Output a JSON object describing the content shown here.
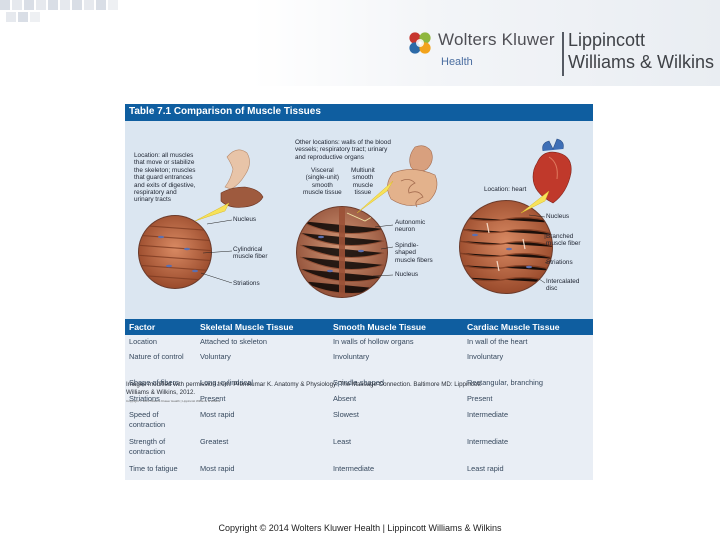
{
  "header": {
    "brand": "Wolters Kluwer",
    "division": "Health",
    "imprint_line1": "Lippincott",
    "imprint_line2": "Williams & Wilkins",
    "logo_colors": [
      "#c7362f",
      "#8fb73e",
      "#2c6aa8",
      "#f2a31b"
    ]
  },
  "figure": {
    "title": "Table 7.1  Comparison of Muscle Tissues",
    "skeletal_location": [
      "Location: all muscles",
      "that move or stabilize",
      "the skeleton; muscles",
      "that guard entrances",
      "and exits of digestive,",
      "respiratory and",
      "urinary tracts"
    ],
    "skeletal_labels": {
      "nucleus": "Nucleus",
      "fiber": [
        "Cylindrical",
        "muscle fiber"
      ],
      "striations": "Striations"
    },
    "smooth_location": [
      "Other locations: walls of the blood",
      "vessels; respiratory tract; urinary",
      "and reproductive organs"
    ],
    "smooth_types": {
      "visceral": [
        "Visceral",
        "(single-unit)",
        "smooth",
        "muscle tissue"
      ],
      "multiunit": [
        "Multiunit",
        "smooth",
        "muscle",
        "tissue"
      ]
    },
    "smooth_labels": {
      "neuron": [
        "Autonomic",
        "neuron"
      ],
      "fibers": [
        "Spindle-",
        "shaped",
        "muscle fibers"
      ],
      "nucleus": "Nucleus"
    },
    "cardiac_location": "Location: heart",
    "cardiac_labels": {
      "nucleus": "Nucleus",
      "branched": [
        "Branched",
        "muscle fiber"
      ],
      "striations": "Striations",
      "discs": [
        "Intercalated",
        "disc"
      ]
    },
    "columns": [
      "Factor",
      "Skeletal Muscle Tissue",
      "Smooth Muscle Tissue",
      "Cardiac Muscle Tissue"
    ],
    "rows": [
      {
        "factor": "Location",
        "skeletal": "Attached to skeleton",
        "smooth": "In walls of hollow organs",
        "cardiac": "In wall of the heart"
      },
      {
        "factor": "Nature of control",
        "skeletal": "Voluntary",
        "smooth": "Involuntary",
        "cardiac": "Involuntary"
      },
      {
        "factor": "Shape of fibers",
        "skeletal": "Long, cylindrical",
        "smooth": "Spindle shaped",
        "cardiac": "Rectangular, branching"
      },
      {
        "factor": "Striations",
        "skeletal": "Present",
        "smooth": "Absent",
        "cardiac": "Present"
      },
      {
        "factor": "Speed of contraction",
        "skeletal": "Most rapid",
        "smooth": "Slowest",
        "cardiac": "Intermediate"
      },
      {
        "factor": "Strength of contraction",
        "skeletal": "Greatest",
        "smooth": "Least",
        "cardiac": "Intermediate"
      },
      {
        "factor": "Time to fatigue",
        "skeletal": "Most rapid",
        "smooth": "Intermediate",
        "cardiac": "Least rapid"
      }
    ],
    "credit_line1": "Images modified with permission from: Premkumar K. Anatomy & Physiology: The Massage Connection. Baltimore MD: Lippincott",
    "credit_line2": "Williams & Wilkins, 2012.",
    "credit_tiny": "Copyright © 2014 Wolters Kluwer Health | Lippincott Williams & Wilkins"
  },
  "footer": "Copyright © 2014 Wolters Kluwer Health | Lippincott Williams & Wilkins",
  "colors": {
    "table_header": "#0f5ea0",
    "table_bg": "#e9eef5",
    "tissue": "#c4683f",
    "arrow": "#f7e25a"
  }
}
